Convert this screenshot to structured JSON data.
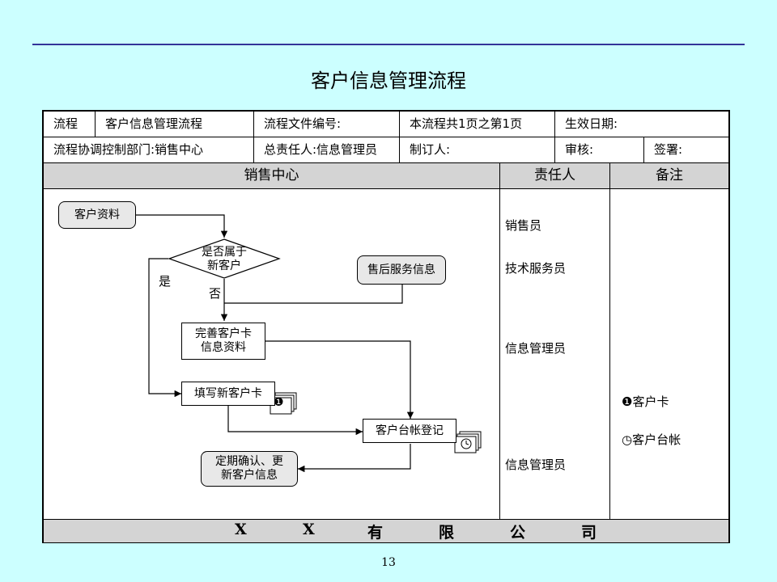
{
  "title": "客户信息管理流程",
  "header_rows": {
    "row1": {
      "c1": "流程",
      "c2": "客户信息管理流程",
      "c3": "流程文件编号:",
      "c4": "本流程共1页之第1页",
      "c5": "生效日期:"
    },
    "row2": {
      "c1": "流程协调控制部门:销售中心",
      "c2": "总责任人:信息管理员",
      "c3": "制订人:",
      "c4": "审核:",
      "c5": "签署:"
    }
  },
  "lanes": {
    "main": "销售中心",
    "resp": "责任人",
    "notes": "备注"
  },
  "nodes": {
    "customer_data": "客户资料",
    "decision": "是否属于\n新客户",
    "after_sales": "售后服务信息",
    "improve_card": "完善客户卡\n信息资料",
    "fill_card": "填写新客户卡",
    "ledger": "客户台帐登记",
    "confirm_update": "定期确认、更\n新客户信息"
  },
  "edge_labels": {
    "yes": "是",
    "no": "否"
  },
  "responsible": [
    "销售员",
    "技术服务员",
    "信息管理员",
    "信息管理员"
  ],
  "notes": {
    "card_marker": "❶",
    "card": "❶客户卡",
    "ledger": "◷客户台帐"
  },
  "footer": [
    "X",
    "X",
    "有",
    "限",
    "公",
    "司"
  ],
  "page_number": "13"
}
